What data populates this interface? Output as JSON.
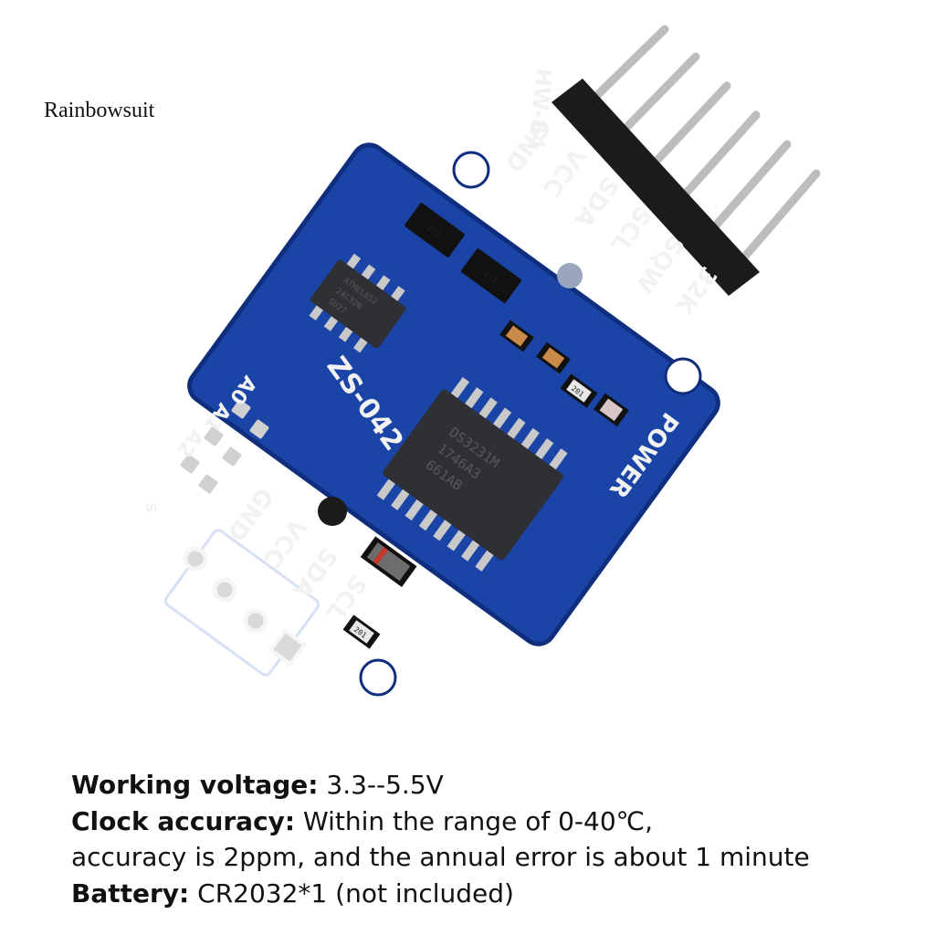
{
  "brand": "Rainbowsuit",
  "board": {
    "model_label": "HW-84",
    "board_id": "ZS-042",
    "power_label": "POWER",
    "top_header_pins": [
      "GND",
      "VCC",
      "SDA",
      "SCL",
      "SQW",
      "32K"
    ],
    "bottom_header_pins": [
      "GND",
      "VCC",
      "SDA",
      "SCL"
    ],
    "address_pads": [
      "A0",
      "A1",
      "A2"
    ],
    "rtc_chip_lines": [
      "DS3231M",
      "1746A3",
      "661AB"
    ],
    "eeprom_chip_lines": [
      "ATMEL852",
      "24C32N",
      "SU27"
    ],
    "resistor_labels": [
      "472",
      "472",
      "201",
      "201"
    ],
    "corner_mark": "S",
    "colors": {
      "pcb": "#1a44a6",
      "pcb_edge": "#0f2f7e",
      "pins": "#c9c9c9",
      "chip": "#2e3035"
    }
  },
  "specs": [
    {
      "label": "Working voltage:",
      "value": " 3.3--5.5V"
    },
    {
      "label": "Clock accuracy:",
      "value": " Within the range of 0-40℃,"
    },
    {
      "label": "",
      "value": "accuracy is 2ppm, and the annual error is about 1 minute"
    },
    {
      "label": "Battery:",
      "value": " CR2032*1 (not included)"
    }
  ]
}
